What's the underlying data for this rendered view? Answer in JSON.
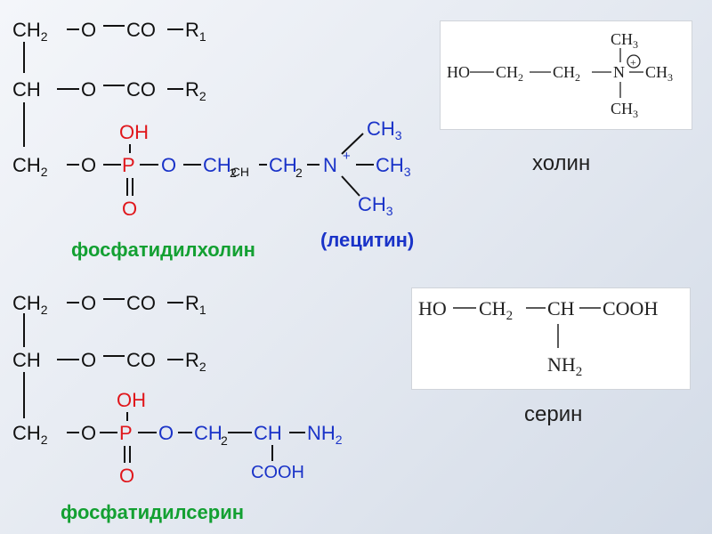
{
  "colors": {
    "black": "#111111",
    "red": "#e0161b",
    "blue": "#1a33c8",
    "green": "#13a032"
  },
  "lecithin": {
    "row1": {
      "ch2": "CH",
      "sub2": "2",
      "o": "O",
      "co": "CO",
      "r": "R",
      "r_sub": "1"
    },
    "row2": {
      "ch": "CH",
      "o": "O",
      "co": "CO",
      "r": "R",
      "r_sub": "2"
    },
    "row3": {
      "ch2": "CH",
      "sub2": "2",
      "o": "O",
      "p": "P",
      "oh": "OH",
      "o_double": "O",
      "o2": "O",
      "ch2a": "CH",
      "ch2b": "CH",
      "n": "N",
      "charge": "+"
    },
    "methyl": {
      "ch": "CH",
      "sub": "3"
    },
    "name": "фосфатидилхолин",
    "synonym": "(лецитин)"
  },
  "serine_lipid": {
    "row1": {
      "ch2": "CH",
      "sub2": "2",
      "o": "O",
      "co": "CO",
      "r": "R",
      "r_sub": "1"
    },
    "row2": {
      "ch": "CH",
      "o": "O",
      "co": "CO",
      "r": "R",
      "r_sub": "2"
    },
    "row3": {
      "ch2": "CH",
      "sub2": "2",
      "o": "O",
      "p": "P",
      "oh": "OH",
      "o_double": "O",
      "o2": "O",
      "ch": "CH",
      "nh2": "NH",
      "nh2_sub": "2",
      "cooh": "COOH"
    },
    "name": "фосфатидилсерин"
  },
  "choline": {
    "ho": "HO",
    "ch2": "CH",
    "sub2": "2",
    "n": "N",
    "charge": "+",
    "methyl": "CH",
    "methyl_sub": "3",
    "caption": "холин"
  },
  "serine": {
    "ho": "HO",
    "ch2": "CH",
    "sub2": "2",
    "ch": "CH",
    "cooh": "COOH",
    "nh2": "NH",
    "nh2_sub": "2",
    "caption": "серин"
  }
}
